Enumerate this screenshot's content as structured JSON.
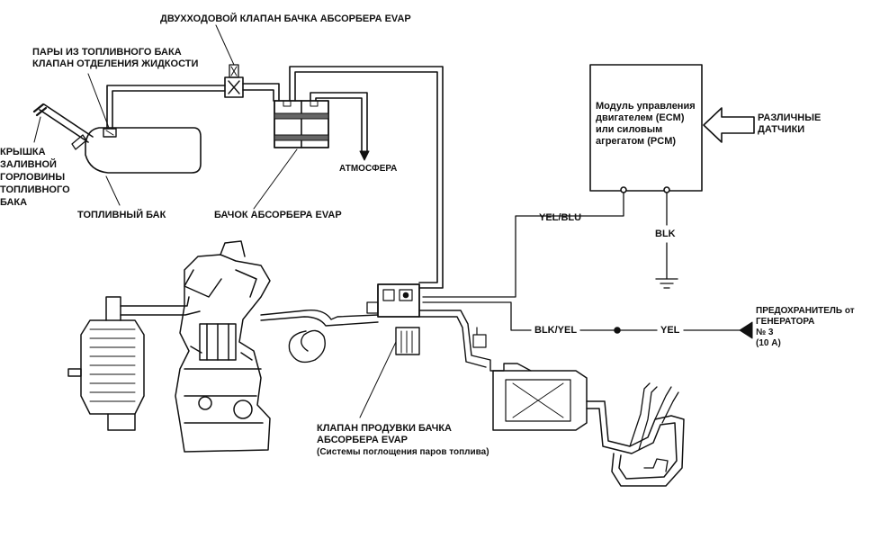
{
  "labels": {
    "two_way_valve": "ДВУХХОДОВОЙ КЛАПАН БАЧКА АБСОРБЕРА EVAP",
    "tank_vapors_line1": "ПАРЫ ИЗ ТОПЛИВНОГО БАКА",
    "tank_vapors_line2": "КЛАПАН ОТДЕЛЕНИЯ ЖИДКОСТИ",
    "filler_cap_1": "КРЫШКА",
    "filler_cap_2": "ЗАЛИВНОЙ",
    "filler_cap_3": "ГОРЛОВИНЫ",
    "filler_cap_4": "ТОПЛИВНОГО",
    "filler_cap_5": "БАКА",
    "fuel_tank": "ТОПЛИВНЫЙ БАК",
    "atmosphere": "АТМОСФЕРА",
    "evap_canister": "БАЧОК АБСОРБЕРА EVAP",
    "ecm_1": "Модуль управления",
    "ecm_2": "двигателем (ECM)",
    "ecm_3": "или силовым",
    "ecm_4": "агрегатом (PCM)",
    "sensors_1": "РАЗЛИЧНЫЕ",
    "sensors_2": "ДАТЧИКИ",
    "wire_yel_blu": "YEL/BLU",
    "wire_blk": "BLK",
    "wire_blk_yel": "BLK/YEL",
    "wire_yel": "YEL",
    "fuse_1": "ПРЕДОХРАНИТЕЛЬ от",
    "fuse_2": "ГЕНЕРАТОРА",
    "fuse_3": "№ 3",
    "fuse_4": "(10 А)",
    "purge_valve_1": "КЛАПАН ПРОДУВКИ БАЧКА",
    "purge_valve_2": "АБСОРБЕРА EVAP",
    "purge_valve_3": "(Системы поглощения паров топлива)"
  },
  "colors": {
    "line": "#111111",
    "background": "#ffffff"
  }
}
